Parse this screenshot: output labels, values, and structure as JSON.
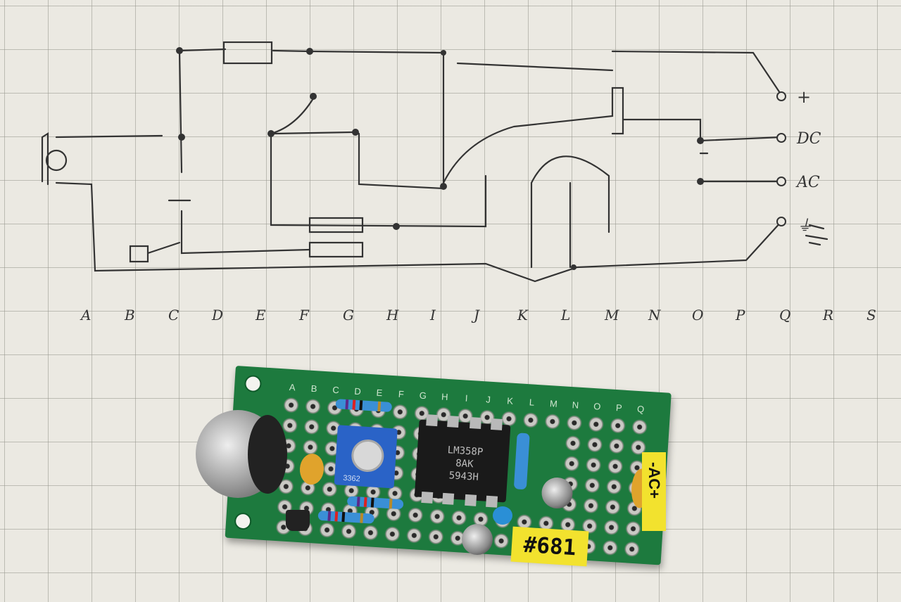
{
  "sketch": {
    "terminal_labels": [
      "+",
      "DC",
      "AC",
      "⏚"
    ],
    "column_letters": [
      "A",
      "B",
      "C",
      "D",
      "E",
      "F",
      "G",
      "H",
      "I",
      "J",
      "K",
      "L",
      "M",
      "N",
      "O",
      "P",
      "Q",
      "R",
      "S"
    ]
  },
  "board": {
    "column_labels": [
      "A",
      "B",
      "C",
      "D",
      "E",
      "F",
      "G",
      "H",
      "I",
      "J",
      "K",
      "L",
      "M",
      "N",
      "O",
      "P",
      "Q"
    ],
    "ic_marking": [
      "LM358P",
      "8AK",
      "5943H"
    ],
    "trimmer_marking": "3362",
    "label_number": "#681",
    "label_side": "-AC+"
  },
  "colors": {
    "paper": "#ebe9e2",
    "grid": "#9a9a8c",
    "ink": "#333333",
    "pcb": "#1d7a3e",
    "label": "#f2e22e"
  }
}
